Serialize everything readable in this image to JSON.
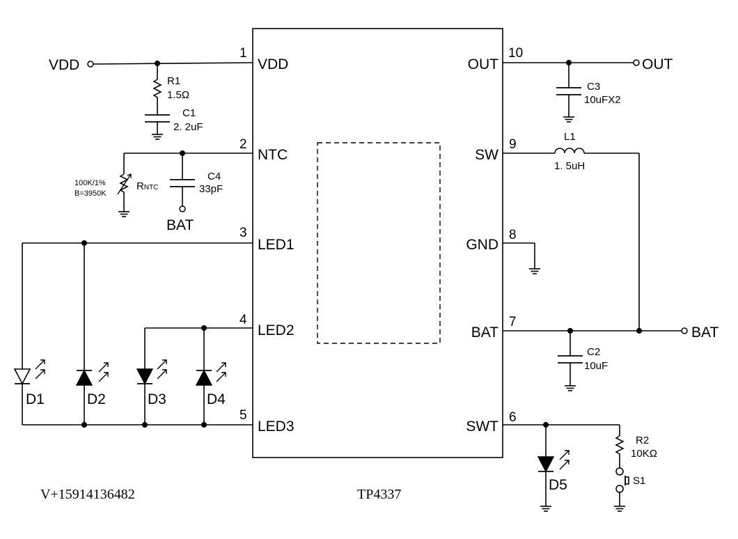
{
  "chip": {
    "name": "TP4337",
    "pins_left": [
      {
        "num": "1",
        "label": "VDD"
      },
      {
        "num": "2",
        "label": "NTC"
      },
      {
        "num": "3",
        "label": "LED1"
      },
      {
        "num": "4",
        "label": "LED2"
      },
      {
        "num": "5",
        "label": "LED3"
      }
    ],
    "pins_right": [
      {
        "num": "10",
        "label": "OUT"
      },
      {
        "num": "9",
        "label": "SW"
      },
      {
        "num": "8",
        "label": "GND"
      },
      {
        "num": "7",
        "label": "BAT"
      },
      {
        "num": "6",
        "label": "SWT"
      }
    ]
  },
  "nets": {
    "vdd": "VDD",
    "out": "OUT",
    "bat_right": "BAT",
    "bat_ntc": "BAT"
  },
  "components": {
    "r1": {
      "ref": "R1",
      "value": "1.5Ω"
    },
    "c1": {
      "ref": "C1",
      "value": "2. 2uF"
    },
    "c4": {
      "ref": "C4",
      "value": "33pF"
    },
    "rntc": {
      "ref_main": "R",
      "ref_sub": "NTC",
      "spec1": "100K/1%",
      "spec2": "B=3950K"
    },
    "c3": {
      "ref": "C3",
      "value": "10uFX2"
    },
    "l1": {
      "ref": "L1",
      "value": "1. 5uH"
    },
    "c2": {
      "ref": "C2",
      "value": "10uF"
    },
    "r2": {
      "ref": "R2",
      "value": "10KΩ"
    },
    "s1": {
      "ref": "S1"
    },
    "d1": {
      "ref": "D1"
    },
    "d2": {
      "ref": "D2"
    },
    "d3": {
      "ref": "D3"
    },
    "d4": {
      "ref": "D4"
    },
    "d5": {
      "ref": "D5"
    }
  },
  "footer": {
    "contact": "V+15914136482"
  }
}
